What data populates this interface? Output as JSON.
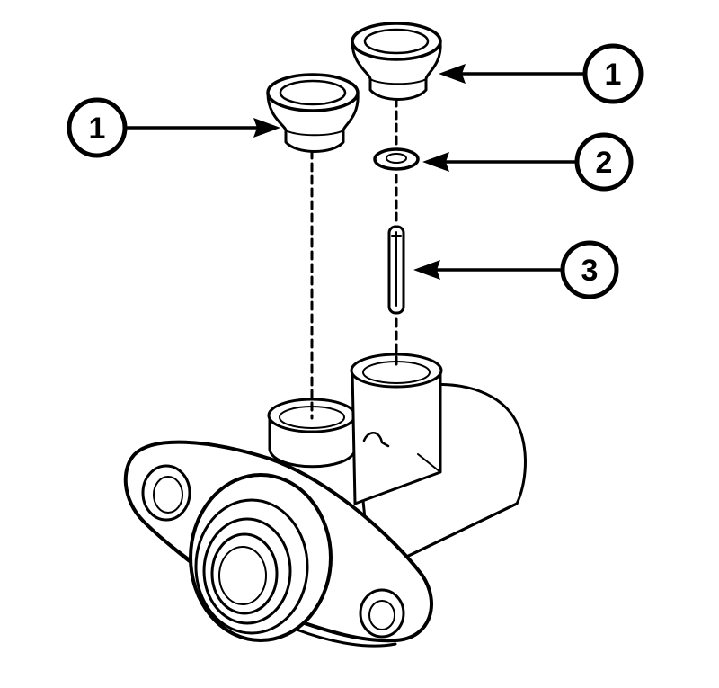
{
  "callouts": [
    {
      "id": "callout-1-left",
      "label": "1",
      "part": "reservoir-grommet"
    },
    {
      "id": "callout-1-right",
      "label": "1",
      "part": "reservoir-grommet"
    },
    {
      "id": "callout-2",
      "label": "2",
      "part": "retaining-ring"
    },
    {
      "id": "callout-3",
      "label": "3",
      "part": "stop-pin"
    }
  ]
}
